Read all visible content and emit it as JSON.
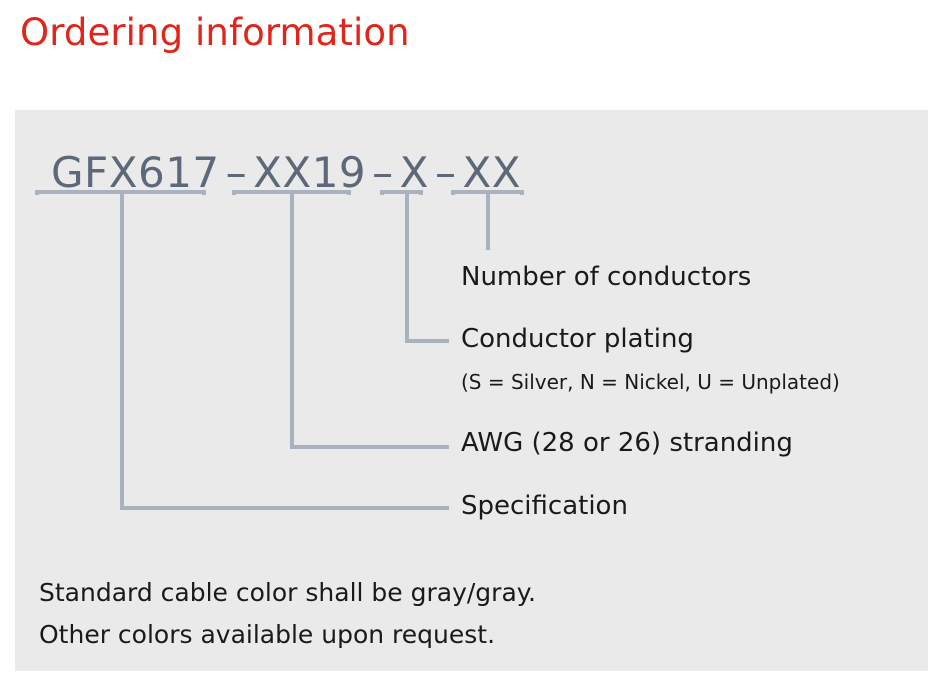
{
  "page": {
    "title": "Ordering information",
    "title_color": "#e1251b",
    "panel_color": "#eaeaea",
    "background_color": "#ffffff"
  },
  "part_number": {
    "color": "#5d6878",
    "separator": "–",
    "segments": [
      {
        "text": "GFX617",
        "callout": "Specification"
      },
      {
        "text": "XX19",
        "callout": "AWG (28 or 26) stranding"
      },
      {
        "text": "X",
        "callout": "Conductor plating"
      },
      {
        "text": "XX",
        "callout": "Number of conductors"
      }
    ],
    "full": "GFX617 – XX19 – X – XX"
  },
  "callouts": {
    "conductors": "Number of conductors",
    "plating": "Conductor plating",
    "plating_legend": "(S = Silver, N = Nickel, U = Unplated)",
    "awg": "AWG (28 or 26) stranding",
    "specification": "Specification",
    "line_color": "#aab2bd"
  },
  "notes": {
    "line1": "Standard cable color shall be gray/gray.",
    "line2": "Other colors available upon request."
  }
}
